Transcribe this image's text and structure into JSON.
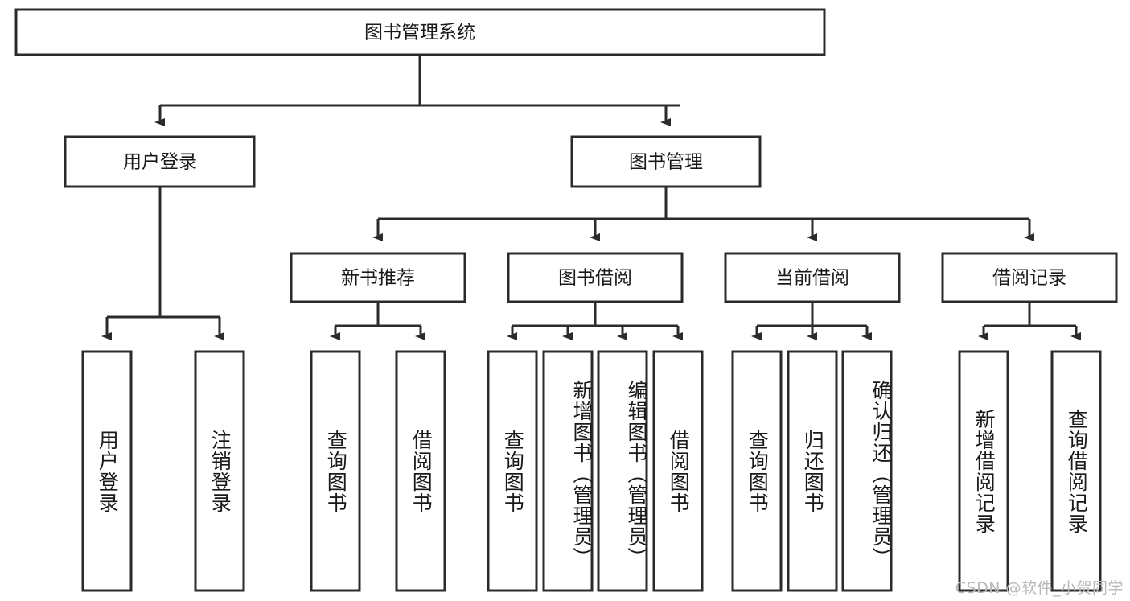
{
  "diagram": {
    "title_node": {
      "label": "图书管理系统"
    },
    "level2": [
      {
        "id": "user-login",
        "label": "用户登录"
      },
      {
        "id": "book-management",
        "label": "图书管理"
      }
    ],
    "level3": [
      {
        "id": "new-book-recommend",
        "label": "新书推荐"
      },
      {
        "id": "book-borrow",
        "label": "图书借阅"
      },
      {
        "id": "current-borrow",
        "label": "当前借阅"
      },
      {
        "id": "borrow-record",
        "label": "借阅记录"
      }
    ],
    "leaves": [
      {
        "id": "leaf-user-login",
        "label": "用户登录",
        "parent": "user-login"
      },
      {
        "id": "leaf-logout",
        "label": "注销登录",
        "parent": "user-login"
      },
      {
        "id": "leaf-query-book-1",
        "label": "查询图书",
        "parent": "new-book-recommend"
      },
      {
        "id": "leaf-borrow-book-1",
        "label": "借阅图书",
        "parent": "new-book-recommend"
      },
      {
        "id": "leaf-query-book-2",
        "label": "查询图书",
        "parent": "book-borrow"
      },
      {
        "id": "leaf-add-book",
        "label": "新增图书（管理员）",
        "parent": "book-borrow"
      },
      {
        "id": "leaf-edit-book",
        "label": "编辑图书（管理员）",
        "parent": "book-borrow"
      },
      {
        "id": "leaf-borrow-book-2",
        "label": "借阅图书",
        "parent": "book-borrow"
      },
      {
        "id": "leaf-query-book-3",
        "label": "查询图书",
        "parent": "current-borrow"
      },
      {
        "id": "leaf-return-book",
        "label": "归还图书",
        "parent": "current-borrow"
      },
      {
        "id": "leaf-confirm-return",
        "label": "确认归还（管理员）",
        "parent": "current-borrow"
      },
      {
        "id": "leaf-add-record",
        "label": "新增借阅记录",
        "parent": "borrow-record"
      },
      {
        "id": "leaf-query-record",
        "label": "查询借阅记录",
        "parent": "borrow-record"
      }
    ],
    "watermark": "CSDN @软件_小贺同学",
    "colors": {
      "stroke": "#2b2b2b",
      "fill": "#ffffff",
      "text": "#1a1a1a",
      "watermark": "#b9b9b9"
    }
  }
}
